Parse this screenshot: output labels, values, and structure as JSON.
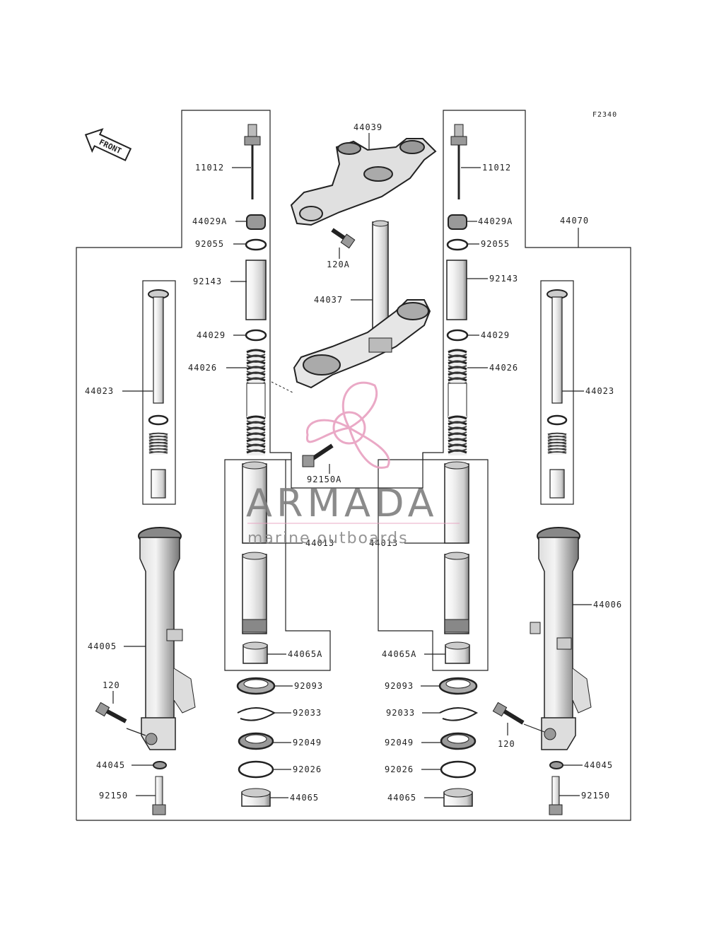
{
  "figure_code": "F2340",
  "front_label": "FRONT",
  "watermark": {
    "brand": "ARMADA",
    "tagline": "marine outboards",
    "accent": "#e8a0c0"
  },
  "labels": {
    "l_11012": "11012",
    "r_11012": "11012",
    "p_44039": "44039",
    "l_44029A": "44029A",
    "r_44029A": "44029A",
    "p_44070": "44070",
    "l_92055": "92055",
    "r_92055": "92055",
    "p_120A": "120A",
    "l_92143": "92143",
    "r_92143": "92143",
    "p_44037": "44037",
    "l_44029": "44029",
    "r_44029": "44029",
    "l_44026": "44026",
    "r_44026": "44026",
    "l_44023": "44023",
    "r_44023": "44023",
    "p_92150A": "92150A",
    "l_44013": "44013",
    "r_44013": "44013",
    "p_44006": "44006",
    "p_44005": "44005",
    "l_44065A": "44065A",
    "r_44065A": "44065A",
    "p_120": "120",
    "p_120b": "120",
    "l_92093": "92093",
    "r_92093": "92093",
    "l_92033": "92033",
    "r_92033": "92033",
    "l_92049": "92049",
    "r_92049": "92049",
    "l_92026": "92026",
    "r_92026": "92026",
    "l_44045": "44045",
    "r_44045": "44045",
    "l_44065": "44065",
    "r_44065": "44065",
    "l_92150": "92150",
    "r_92150": "92150"
  }
}
